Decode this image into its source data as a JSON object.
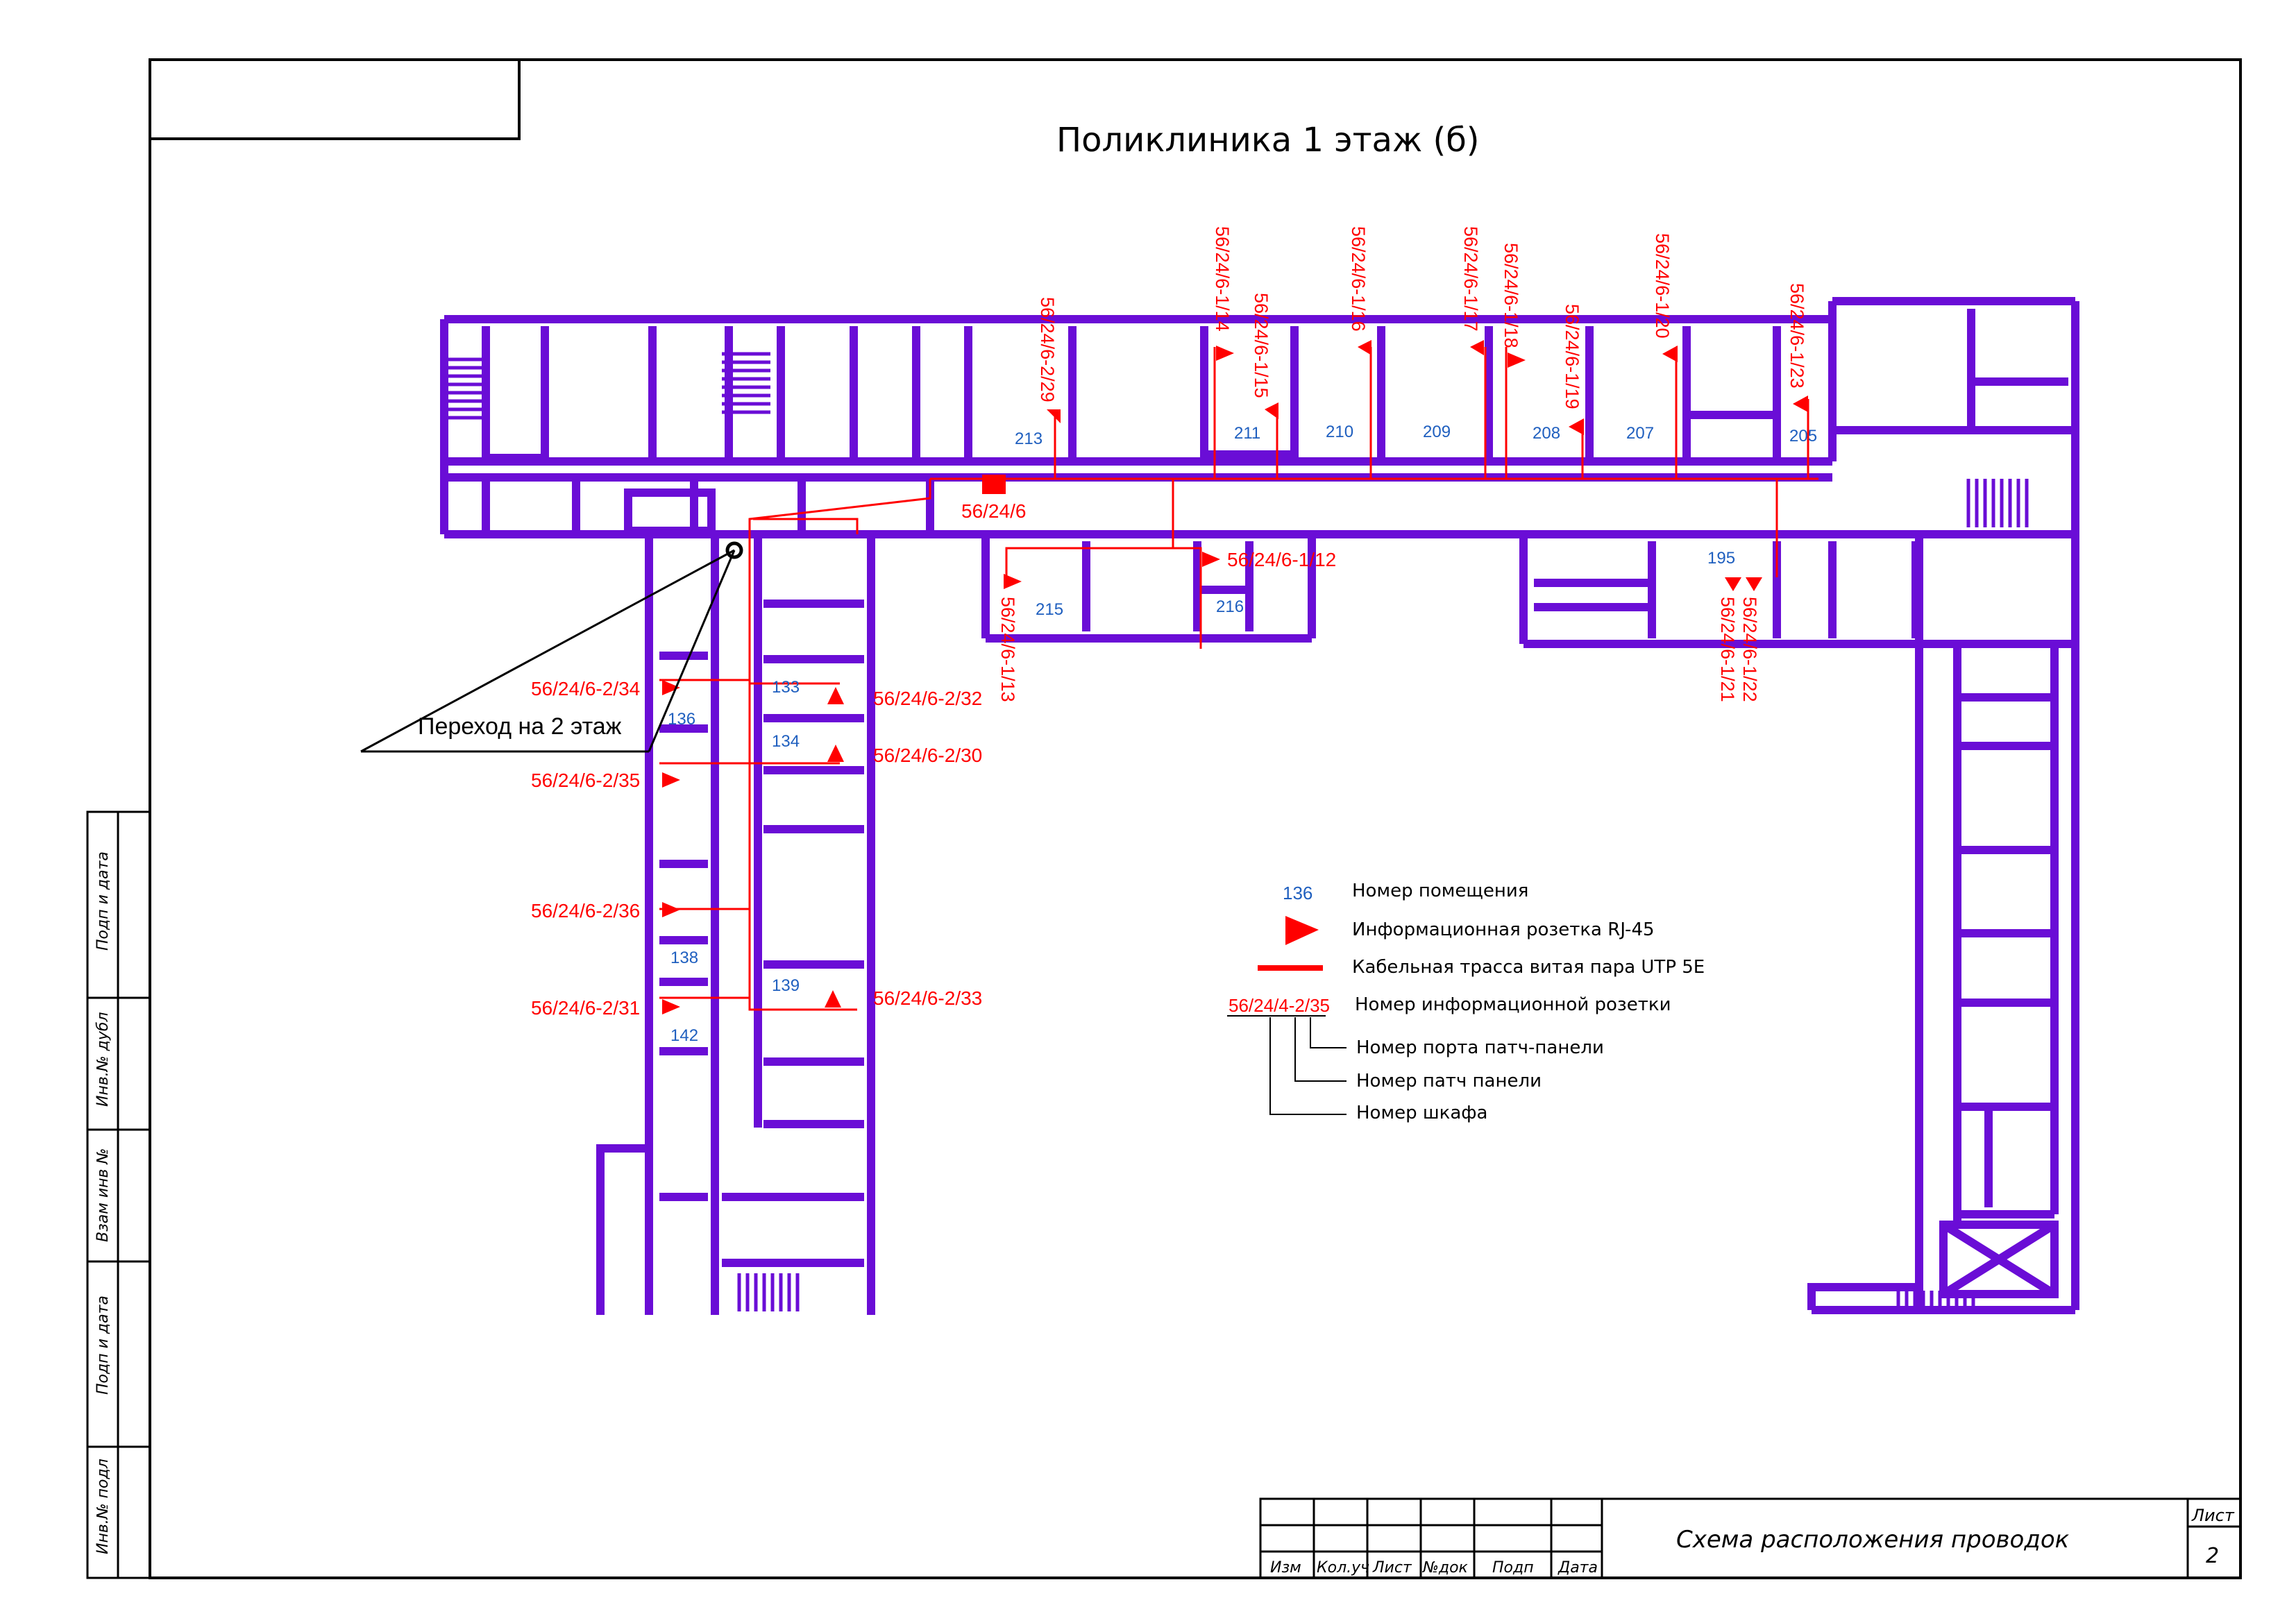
{
  "drawing_title": "Поликлиника 1 этаж (б)",
  "sheet_caption": "Схема расположения проводок",
  "sheet_label": "Лист",
  "sheet_number": "2",
  "cabinet_label": "56/24/6",
  "transition_label": "Переход на 2 этаж",
  "title_block_headers": [
    "Изм",
    "Кол.уч",
    "Лист",
    "№док",
    "Подп",
    "Дата"
  ],
  "side_stamp": [
    "Инв.№ подл",
    "Подп и дата",
    "Взам инв №",
    "Инв.№ дубл",
    "Подп и дата"
  ],
  "rooms": [
    "213",
    "211",
    "210",
    "209",
    "208",
    "207",
    "205",
    "215",
    "216",
    "195",
    "133",
    "134",
    "136",
    "138",
    "139",
    "142"
  ],
  "sockets_top": [
    "56/24/6-2/29",
    "56/24/6-1/14",
    "56/24/6-1/15",
    "56/24/6-1/16",
    "56/24/6-1/17",
    "56/24/6-1/18",
    "56/24/6-1/19",
    "56/24/6-1/20",
    "56/24/6-1/23"
  ],
  "sockets_lower": [
    "56/24/6-1/13",
    "56/24/6-1/12",
    "56/24/6-1/22",
    "56/24/6-1/21"
  ],
  "sockets_left": [
    "56/24/6-2/34",
    "56/24/6-2/35",
    "56/24/6-2/36",
    "56/24/6-2/31"
  ],
  "sockets_right": [
    "56/24/6-2/32",
    "56/24/6-2/30",
    "56/24/6-2/33"
  ],
  "legend": {
    "room_sample": "136",
    "room_text": "Номер помещения",
    "socket_text": "Информационная розетка RJ-45",
    "cable_text": "Кабельная трасса витая пара UTP 5E",
    "socket_number_sample": "56/24/4-2/35",
    "socket_number_text": "Номер информационной розетки",
    "port_text": "Номер порта патч-панели",
    "panel_text": "Номер патч панели",
    "cabinet_text": "Номер шкафа"
  },
  "colors": {
    "wall": "#6a0dd6",
    "cable": "#ff0000",
    "room_number": "#1f5fbf",
    "frame": "#000000"
  }
}
